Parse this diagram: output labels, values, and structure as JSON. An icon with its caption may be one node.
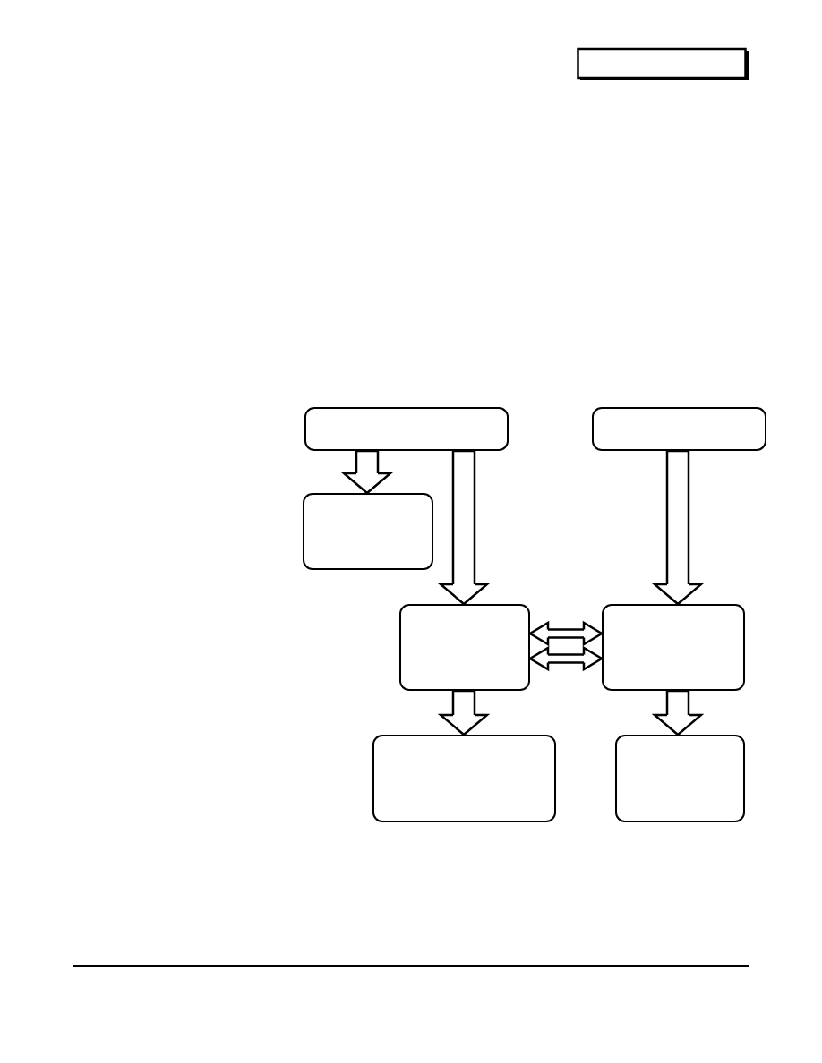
{
  "diagram": {
    "nodes": [
      {
        "text": [],
        "shape": "box"
      },
      {
        "text": [],
        "shape": "box"
      },
      {
        "text": [],
        "shape": "box"
      },
      {
        "text": [],
        "shape": "box"
      },
      {
        "text": [],
        "shape": "box"
      },
      {
        "text": [],
        "shape": "box"
      },
      {
        "text": [],
        "shape": "box"
      }
    ],
    "edges": [
      {
        "from": 0,
        "to": 2,
        "arrow": "to"
      },
      {
        "from": 0,
        "to": 3,
        "arrow": "to"
      },
      {
        "from": 1,
        "to": 4,
        "arrow": "to"
      },
      {
        "from": 3,
        "to": 4,
        "arrow": "both"
      },
      {
        "from": 3,
        "to": 4,
        "arrow": "both"
      },
      {
        "from": 3,
        "to": 5,
        "arrow": "to"
      },
      {
        "from": 4,
        "to": 6,
        "arrow": "to"
      }
    ]
  }
}
